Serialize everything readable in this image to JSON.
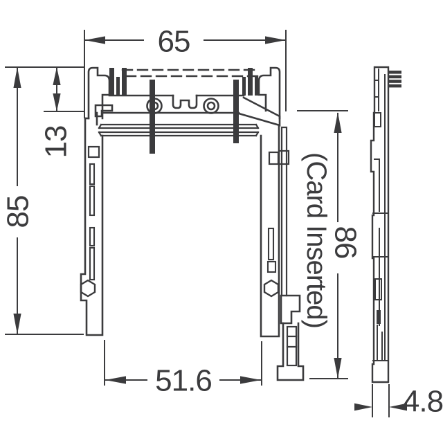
{
  "drawing": {
    "type": "technical-dimension-drawing",
    "subject": "card-connector front and side views",
    "colors": {
      "line": "#3b3b3d",
      "background": "#ffffff"
    },
    "dimensions": {
      "top_width": "65",
      "upper_height": "13",
      "left_height": "85",
      "inserted_height": "86",
      "inserted_note": "(Card Inserted)",
      "bottom_width": "51.6",
      "side_thickness": "4.8"
    }
  }
}
